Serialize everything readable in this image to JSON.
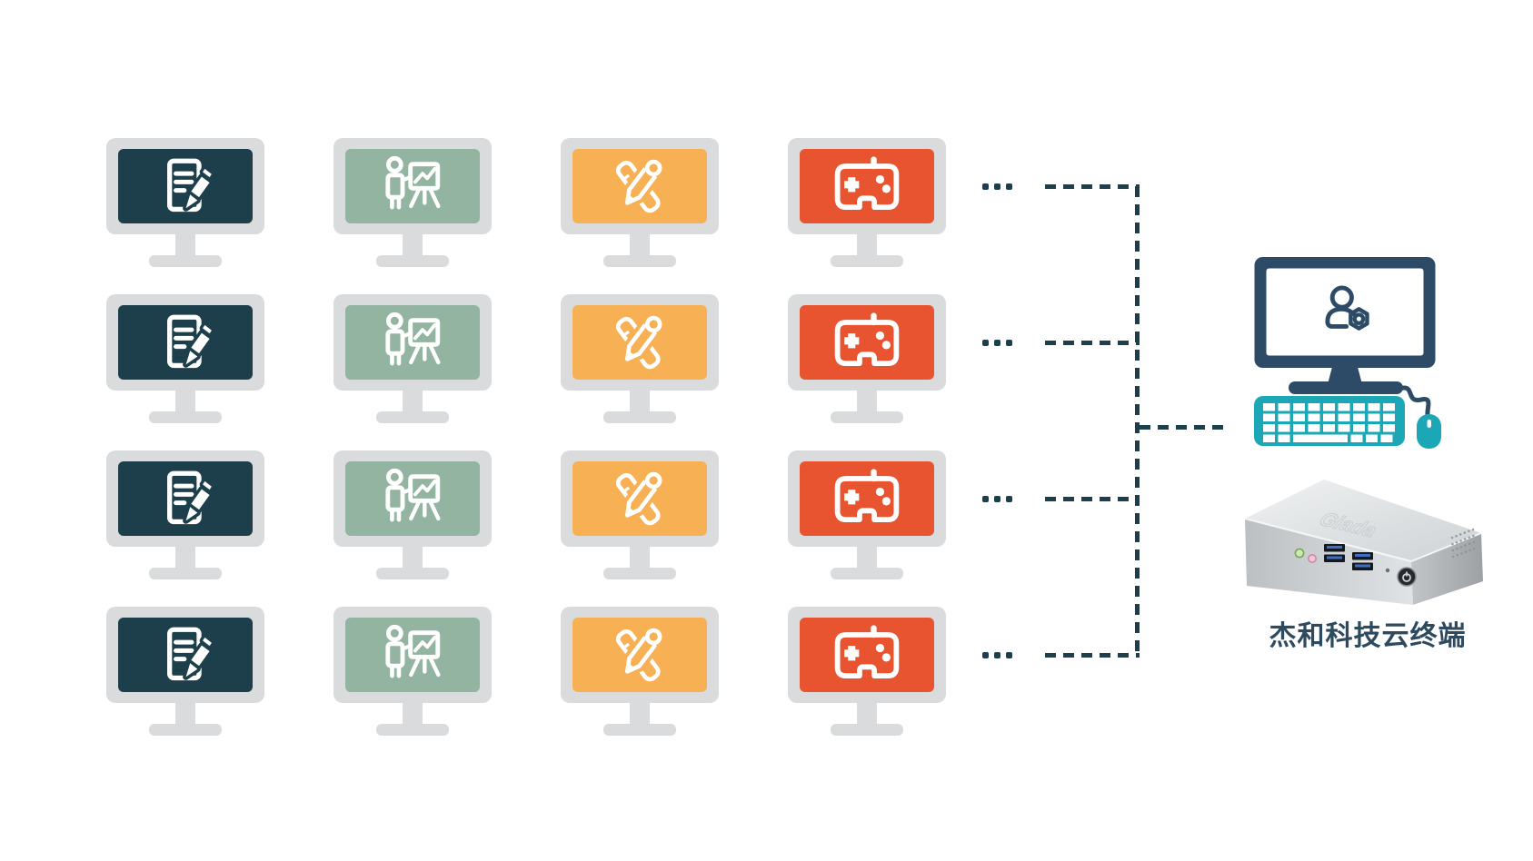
{
  "page": {
    "background": "#ffffff"
  },
  "grid": {
    "rows": 4,
    "bezel_color": "#d9dbdc",
    "ellipsis": "...",
    "columns": [
      {
        "id": "office",
        "icon": "document-edit-icon",
        "screen_color": "#1d3e4b"
      },
      {
        "id": "presentation",
        "icon": "presentation-icon",
        "screen_color": "#92b4a1"
      },
      {
        "id": "design",
        "icon": "design-tools-icon",
        "screen_color": "#f8b055"
      },
      {
        "id": "gaming",
        "icon": "gamepad-icon",
        "screen_color": "#e85430"
      }
    ]
  },
  "connector": {
    "color": "#1d3e4b",
    "style": "dashed"
  },
  "server": {
    "caption": "杰和科技云终端",
    "caption_color": "#2d4a5f",
    "monitor_color": "#2d4b66",
    "keyboard_color": "#1ba7b6",
    "screen_icon": "user-gear-icon"
  }
}
